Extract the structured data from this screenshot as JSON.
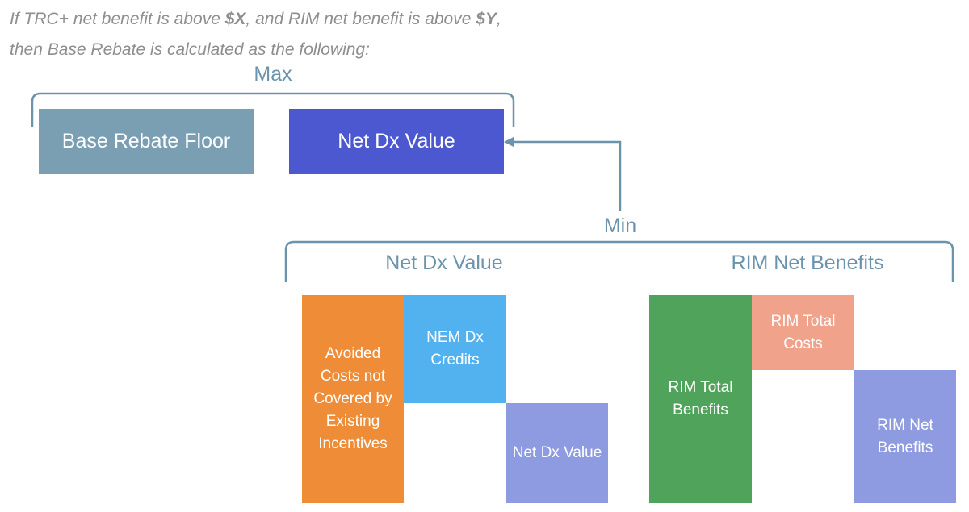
{
  "condition": {
    "line1_a": "If TRC+ net benefit is above ",
    "line1_x": "$X",
    "line1_b": ", and RIM net benefit is above ",
    "line1_y": "$Y",
    "line1_c": ",",
    "line2": "then Base Rebate is calculated as the following:"
  },
  "max_group": {
    "label": "Max",
    "boxes": [
      "Base Rebate Floor",
      "Net Dx Value"
    ]
  },
  "min_group": {
    "label": "Min",
    "left_title": "Net Dx Value",
    "right_title": "RIM Net Benefits"
  },
  "waterfall_left": {
    "bars": [
      "Avoided Costs not Covered by Existing Incentives",
      "NEM Dx Credits",
      "Net Dx Value"
    ]
  },
  "waterfall_right": {
    "bars": [
      "RIM Total Benefits",
      "RIM Total Costs",
      "RIM Net Benefits"
    ]
  },
  "colors": {
    "bracket": "#6b93ac",
    "base_rebate_floor": "#7a9fb3",
    "net_dx_value_box": "#4b58cf",
    "orange": "#ee8c37",
    "light_blue": "#52b1ef",
    "periwinkle": "#8f9be0",
    "green": "#50a35b",
    "salmon": "#f0a28a"
  }
}
